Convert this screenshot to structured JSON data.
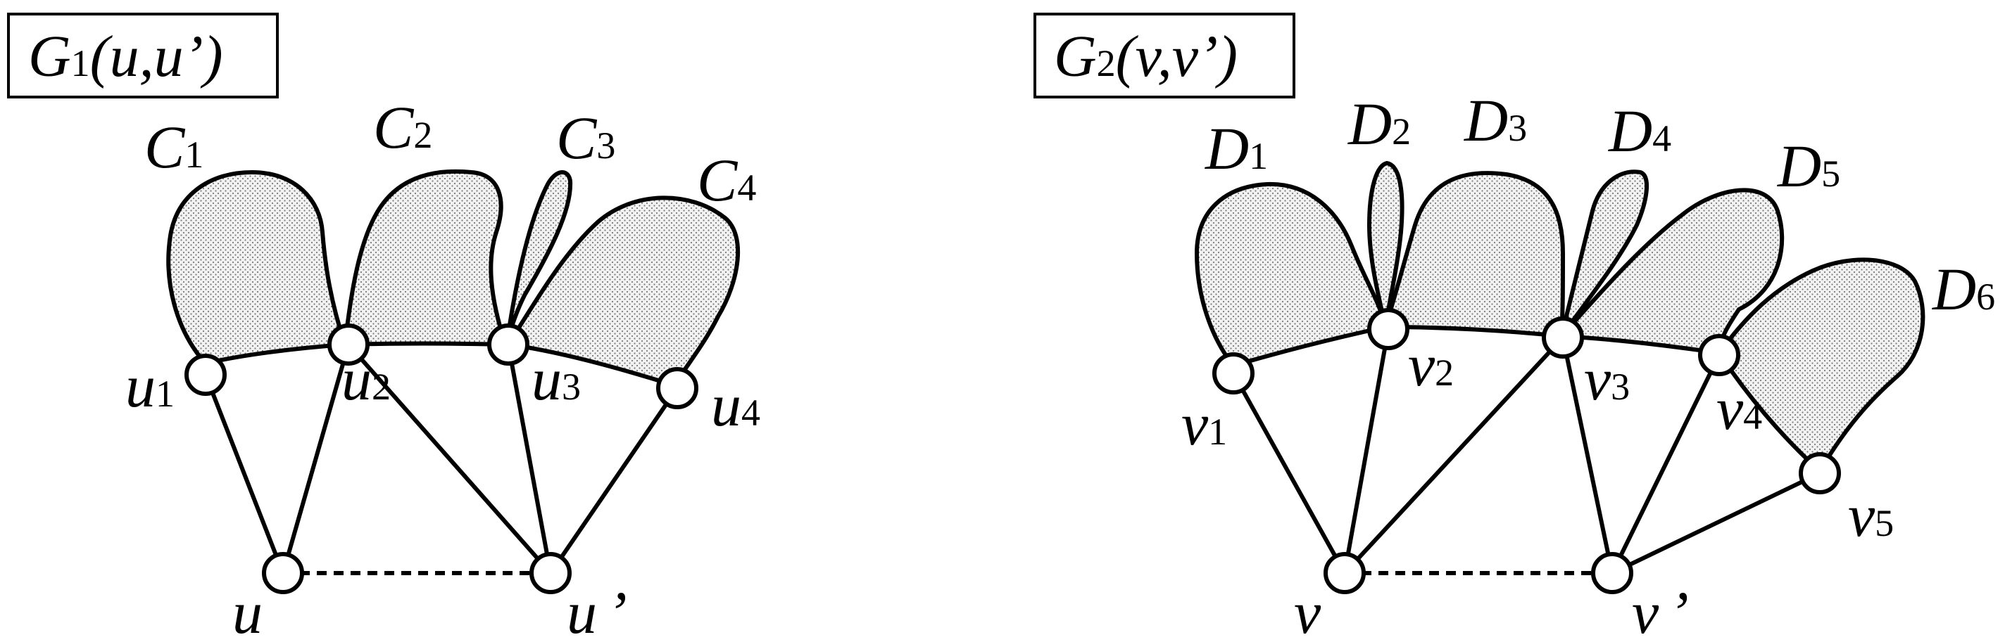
{
  "diagrams": [
    {
      "title": {
        "g": "G",
        "sub": "1",
        "args": "(u,u’)"
      },
      "blobs": [
        {
          "name": "C",
          "sub": "1"
        },
        {
          "name": "C",
          "sub": "2"
        },
        {
          "name": "C",
          "sub": "3"
        },
        {
          "name": "C",
          "sub": "4"
        }
      ],
      "nodes": [
        {
          "name": "u",
          "sub": "1"
        },
        {
          "name": "u",
          "sub": "2"
        },
        {
          "name": "u",
          "sub": "3"
        },
        {
          "name": "u",
          "sub": "4"
        },
        {
          "name": "u",
          "sub": ""
        },
        {
          "name": "u",
          "sub": "’"
        }
      ]
    },
    {
      "title": {
        "g": "G",
        "sub": "2",
        "args": "(v,v’)"
      },
      "blobs": [
        {
          "name": "D",
          "sub": "1"
        },
        {
          "name": "D",
          "sub": "2"
        },
        {
          "name": "D",
          "sub": "3"
        },
        {
          "name": "D",
          "sub": "4"
        },
        {
          "name": "D",
          "sub": "5"
        },
        {
          "name": "D",
          "sub": "6"
        }
      ],
      "nodes": [
        {
          "name": "v",
          "sub": "1"
        },
        {
          "name": "v",
          "sub": "2"
        },
        {
          "name": "v",
          "sub": "3"
        },
        {
          "name": "v",
          "sub": "4"
        },
        {
          "name": "v",
          "sub": "5"
        },
        {
          "name": "v",
          "sub": ""
        },
        {
          "name": "v",
          "sub": "’"
        }
      ]
    }
  ]
}
